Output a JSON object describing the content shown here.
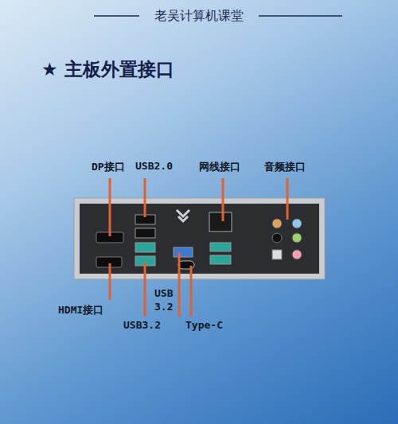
{
  "diagram": {
    "title": "★ 主板外置接口",
    "labels": [
      "老吴计算机课堂",
      "DP接口",
      "USB2.0",
      "网线接口",
      "音频接口",
      "HDMI接口",
      "USB3.2",
      "USB 3.2",
      "Type-C"
    ]
  }
}
